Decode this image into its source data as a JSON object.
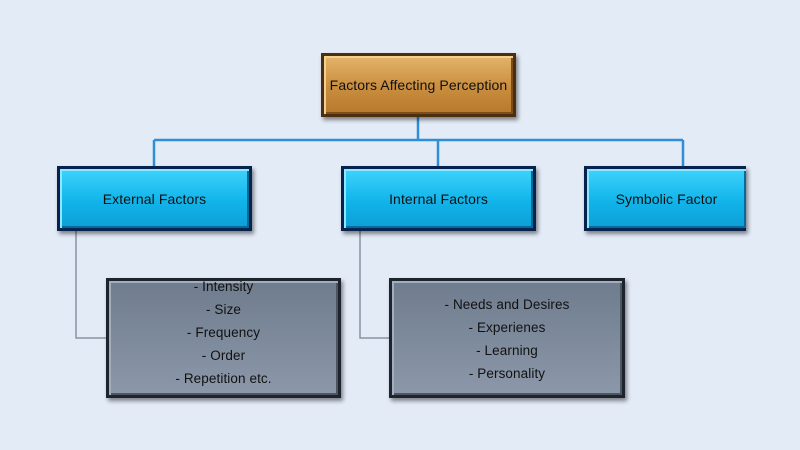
{
  "diagram": {
    "root": {
      "label": "Factors Affecting Perception"
    },
    "categories": [
      {
        "label": "External Factors"
      },
      {
        "label": "Internal Factors"
      },
      {
        "label": "Symbolic Factor"
      }
    ],
    "details": [
      {
        "items": [
          "- Intensity",
          "- Size",
          "- Frequency",
          "- Order",
          "- Repetition etc."
        ]
      },
      {
        "items": [
          "- Needs and Desires",
          "- Experienes",
          "- Learning",
          "- Personality"
        ]
      }
    ]
  },
  "colors": {
    "background": "#e3ebf7",
    "root_fill": "#c98d3e",
    "category_fill": "#11b4ea",
    "detail_fill": "#7d8a9c",
    "connector_tree": "#2f8ed6",
    "connector_detail": "#8a93a0"
  }
}
